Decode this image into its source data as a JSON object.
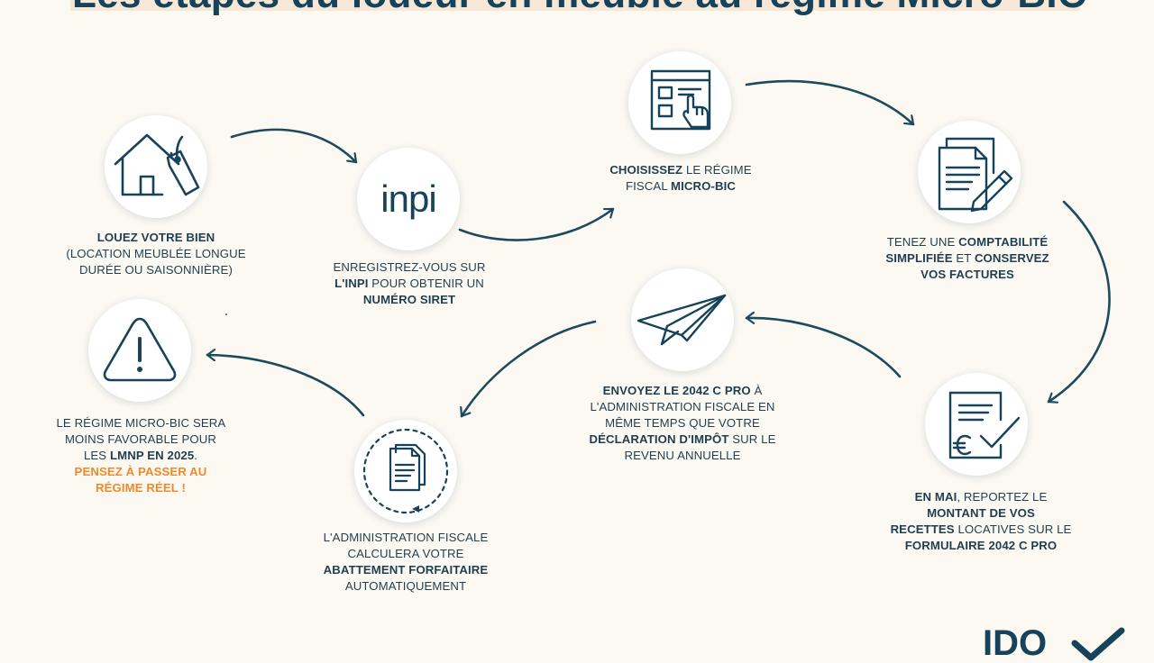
{
  "title": "Les étapes du loueur en meublé au régime Micro-BIC",
  "colors": {
    "navy": "#17435a",
    "orange": "#ee8a2c",
    "background": "#fcf9f3"
  },
  "steps": [
    {
      "icon": "house-with-tag-icon",
      "lines": [
        [
          "LOUEZ VOTRE BIEN"
        ],
        [
          "(LOCATION MEUBLÉE LONGUE"
        ],
        [
          "DURÉE OU SAISONNIÈRE)"
        ]
      ]
    },
    {
      "icon": "inpi-logo",
      "logo_text": "inpi",
      "lines": [
        [
          "ENREGISTREZ-VOUS SUR"
        ],
        [
          "L'INPI",
          " POUR OBTENIR UN"
        ],
        [
          "NUMÉRO SIRET"
        ]
      ]
    },
    {
      "icon": "form-click-icon",
      "lines": [
        [
          "CHOISISSEZ",
          " LE RÉGIME"
        ],
        [
          "FISCAL ",
          "MICRO-BIC"
        ]
      ]
    },
    {
      "icon": "documents-pen-icon",
      "lines": [
        [
          "TENEZ UNE ",
          "COMPTABILITÉ"
        ],
        [
          "SIMPLIFIÉE",
          " ET ",
          "CONSERVEZ"
        ],
        [
          "VOS FACTURES"
        ]
      ]
    },
    {
      "icon": "euro-document-check-icon",
      "lines": [
        [
          "EN MAI",
          ", REPORTEZ LE"
        ],
        [
          "MONTANT DE VOS"
        ],
        [
          "RECETTES",
          " LOCATIVES SUR LE"
        ],
        [
          "FORMULAIRE 2042 C PRO"
        ]
      ]
    },
    {
      "icon": "paper-plane-icon",
      "lines": [
        [
          "ENVOYEZ LE 2042 C PRO",
          " À"
        ],
        [
          "L'ADMINISTRATION FISCALE EN"
        ],
        [
          "MÊME TEMPS QUE VOTRE"
        ],
        [
          "DÉCLARATION D'IMPÔT",
          " SUR LE"
        ],
        [
          "REVENU ANNUELLE"
        ]
      ]
    },
    {
      "icon": "documents-cycle-icon",
      "lines": [
        [
          "L'ADMINISTRATION FISCALE"
        ],
        [
          "CALCULERA VOTRE"
        ],
        [
          "ABATTEMENT FORFAITAIRE"
        ],
        [
          "AUTOMATIQUEMENT"
        ]
      ]
    },
    {
      "icon": "warning-triangle-icon",
      "lines": [
        [
          "LE RÉGIME MICRO-BIC SERA"
        ],
        [
          "MOINS FAVORABLE POUR"
        ],
        [
          "LES ",
          "LMNP EN 2025",
          "."
        ],
        [
          "PENSEZ À PASSER AU"
        ],
        [
          "RÉGIME RÉEL !"
        ]
      ]
    }
  ],
  "brand": {
    "text": "IDO"
  }
}
